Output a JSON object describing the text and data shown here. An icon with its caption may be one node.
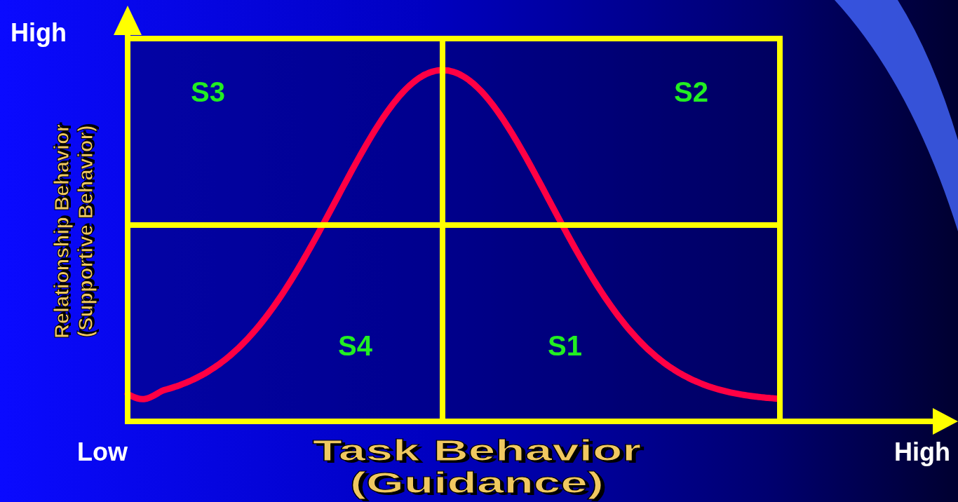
{
  "diagram": {
    "nodes": [
      {
        "text": [
          "S3"
        ]
      },
      {
        "text": [
          "S2"
        ]
      },
      {
        "text": [
          "S4"
        ]
      },
      {
        "text": [
          "S1"
        ]
      }
    ],
    "labels": [
      "High",
      "Relationship Behavior (Supportive Behavior)",
      "Low",
      "Task Behavior (Guidance)",
      "High"
    ]
  }
}
